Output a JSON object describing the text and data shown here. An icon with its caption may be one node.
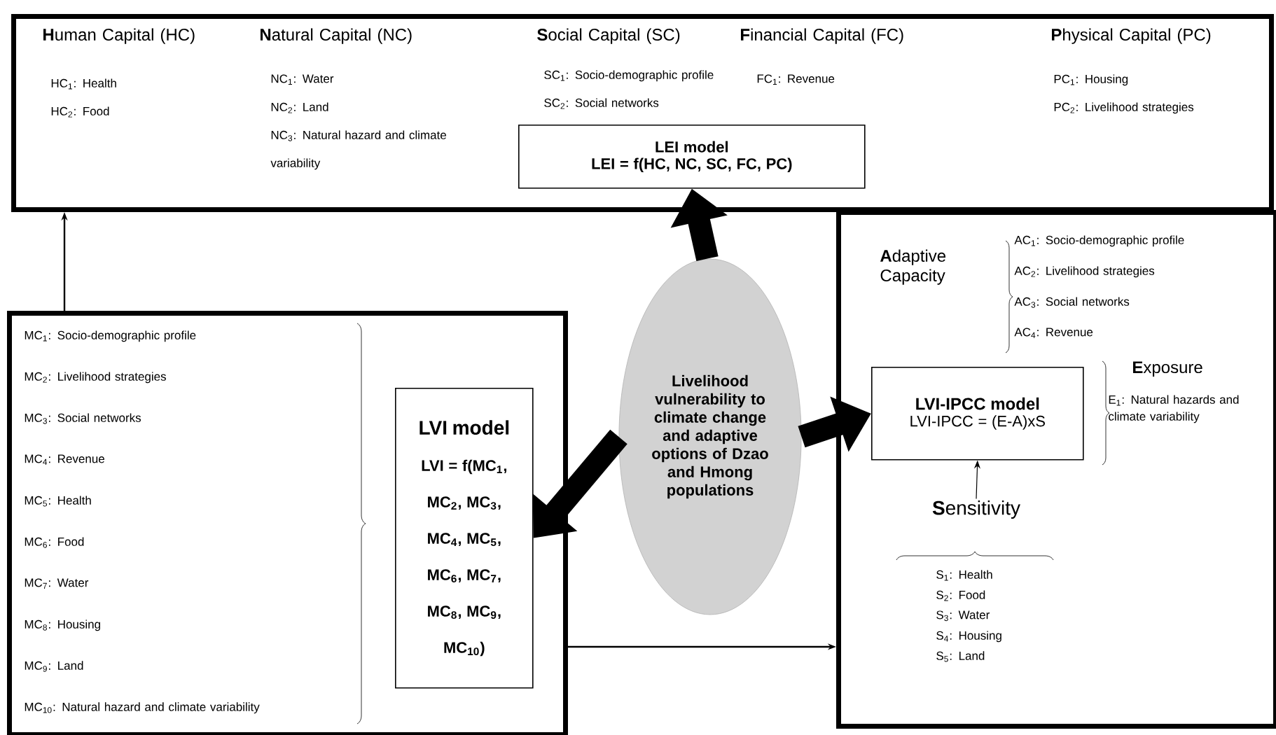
{
  "diagram": {
    "nodes": [
      {
        "text": [
          "**H**uman Capital (HC)",
          "HC$_{1}$: Health",
          "HC$_{2}$: Food",
          "**N**atural Capital (NC)",
          "NC$_{1}$: Water",
          "NC$_{2}$: Land",
          "NC$_{3}$: Natural hazard and climate variability",
          "**S**ocial Capital (SC)",
          "SC$_{1}$: Socio-demographic profile",
          "SC$_{2}$: Social networks",
          "**F**inancial Capital (FC)",
          "FC$_{1}$: Revenue",
          "**P**hysical Capital (PC)",
          "PC$_{1}$: Housing",
          "PC$_{2}$: Livelihood strategies"
        ]
      },
      {
        "text": [
          "LEI model",
          "LEI = f(HC, NC, SC, FC, PC)"
        ],
        "in": 0
      },
      {
        "text": [
          "MC$_{1}$: Socio-demographic profile",
          "MC$_{2}$: Livelihood strategies",
          "MC$_{3}$: Social networks",
          "MC$_{4}$: Revenue",
          "MC$_{5}$: Health",
          "MC$_{6}$: Food",
          "MC$_{7}$: Water",
          "MC$_{8}$: Housing",
          "MC$_{9}$: Land",
          "MC$_{10}$: Natural hazard and climate variability"
        ]
      },
      {
        "text": [
          "LVI model",
          "LVI = f(MC$_{1}$, MC$_{2}$, MC$_{3}$, MC$_{4}$, MC$_{5}$, MC$_{6}$, MC$_{7}$, MC$_{8}$, MC$_{9}$, MC$_{10}$)"
        ],
        "in": 2
      },
      {
        "text": [
          "Livelihood vulnerability to climate change and adaptive options of Dzao and Hmong populations"
        ]
      },
      {
        "text": [
          "**A**daptive Capacity",
          "AC$_{1}$: Socio-demographic profile",
          "AC$_{2}$: Livelihood strategies",
          "AC$_{3}$: Social networks",
          "AC$_{4}$: Revenue",
          "**E**xposure",
          "E$_{1}$: Natural hazards and climate variability"
        ]
      },
      {
        "text": [
          "LVI-IPCC model",
          "LVI-IPCC = (E-A)xS"
        ],
        "in": 5
      },
      {
        "text": [
          "**S**ensitivity",
          "S$_{1}$: Health",
          "S$_{2}$: Food",
          "S$_{3}$: Water",
          "S$_{4}$: Housing",
          "S$_{5}$: Land"
        ],
        "in": 5
      }
    ],
    "edges": [
      {
        "from": 4,
        "to": 1,
        "arrow": "to",
        "style": "thick"
      },
      {
        "from": 4,
        "to": 3,
        "arrow": "to",
        "style": "thick"
      },
      {
        "from": 4,
        "to": 6,
        "arrow": "to",
        "style": "thick"
      },
      {
        "from": 2,
        "to": 0,
        "arrow": "to"
      },
      {
        "from": 2,
        "to": 5,
        "arrow": "to"
      },
      {
        "from": 7,
        "to": 6,
        "arrow": "to"
      }
    ]
  }
}
